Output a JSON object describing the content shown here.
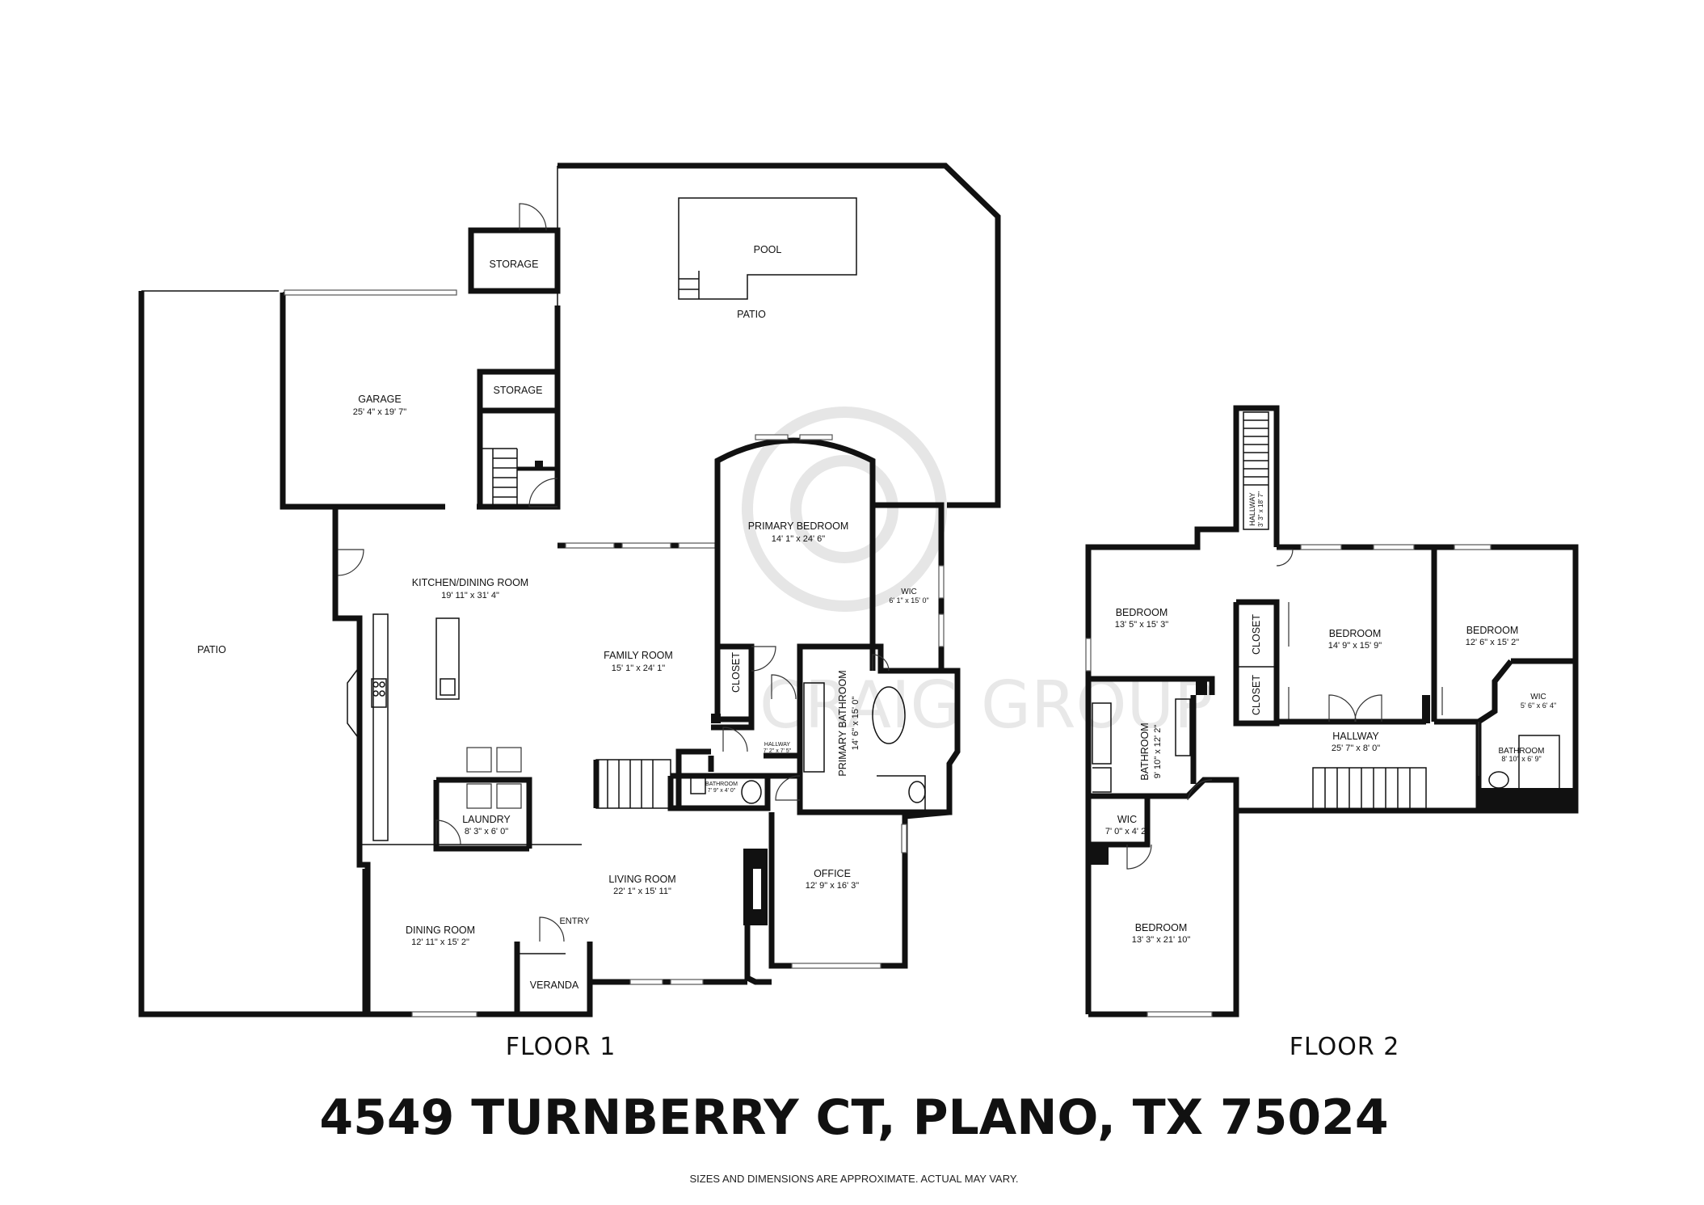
{
  "floor1": {
    "label": "FLOOR 1",
    "rooms": {
      "storage_top": {
        "name": "STORAGE"
      },
      "pool": {
        "name": "POOL"
      },
      "patio_top": {
        "name": "PATIO"
      },
      "garage": {
        "name": "GARAGE",
        "dims": "25' 4\" x 19' 7\""
      },
      "storage_mid": {
        "name": "STORAGE"
      },
      "patio_left": {
        "name": "PATIO"
      },
      "kitchen": {
        "name": "KITCHEN/DINING ROOM",
        "dims": "19' 11\" x 31' 4\""
      },
      "primary_bedroom": {
        "name": "PRIMARY BEDROOM",
        "dims": "14' 1\" x 24' 6\""
      },
      "wic": {
        "name": "WIC",
        "dims": "6' 1\" x 15' 0\""
      },
      "family_room": {
        "name": "FAMILY ROOM",
        "dims": "15' 1\" x 24' 1\""
      },
      "closet": {
        "name": "CLOSET"
      },
      "primary_bathroom": {
        "name": "PRIMARY BATHROOM",
        "dims": "14' 6\" x 15' 0\""
      },
      "hallway": {
        "name": "HALLWAY",
        "dims": "7' 2\" x 7' 5\""
      },
      "bathroom": {
        "name": "BATHROOM",
        "dims": "7' 9\" x 4' 0\""
      },
      "laundry": {
        "name": "LAUNDRY",
        "dims": "8' 3\" x 6' 0\""
      },
      "living_room": {
        "name": "LIVING ROOM",
        "dims": "22' 1\" x 15' 11\""
      },
      "office": {
        "name": "OFFICE",
        "dims": "12' 9\" x 16' 3\""
      },
      "dining_room": {
        "name": "DINING ROOM",
        "dims": "12' 11\" x 15' 2\""
      },
      "entry": {
        "name": "ENTRY"
      },
      "veranda": {
        "name": "VERANDA"
      }
    }
  },
  "floor2": {
    "label": "FLOOR 2",
    "rooms": {
      "hallway_stair": {
        "name": "HALLWAY",
        "dims": "3' 3\" x 18' 7\""
      },
      "bedroom_a": {
        "name": "BEDROOM",
        "dims": "13' 5\" x 15' 3\""
      },
      "bedroom_b": {
        "name": "BEDROOM",
        "dims": "14' 9\" x 15' 9\""
      },
      "bedroom_c": {
        "name": "BEDROOM",
        "dims": "12' 6\" x 15' 2\""
      },
      "closet_a": {
        "name": "CLOSET"
      },
      "closet_b": {
        "name": "CLOSET"
      },
      "wic_a": {
        "name": "WIC",
        "dims": "5' 6\" x 6' 4\""
      },
      "hallway_main": {
        "name": "HALLWAY",
        "dims": "25' 7\" x 8' 0\""
      },
      "bathroom_a": {
        "name": "BATHROOM",
        "dims": "9' 10\" x 12' 2\""
      },
      "bathroom_b": {
        "name": "BATHROOM",
        "dims": "8' 10\" x 6' 9\""
      },
      "wic_b": {
        "name": "WIC",
        "dims": "7' 0\" x 4' 2\""
      },
      "bedroom_d": {
        "name": "BEDROOM",
        "dims": "13' 3\" x 21' 10\""
      }
    }
  },
  "address": "4549 TURNBERRY CT, PLANO, TX 75024",
  "disclaimer": "SIZES AND DIMENSIONS ARE APPROXIMATE.  ACTUAL MAY VARY.",
  "watermark": "CRAIG GROUP"
}
